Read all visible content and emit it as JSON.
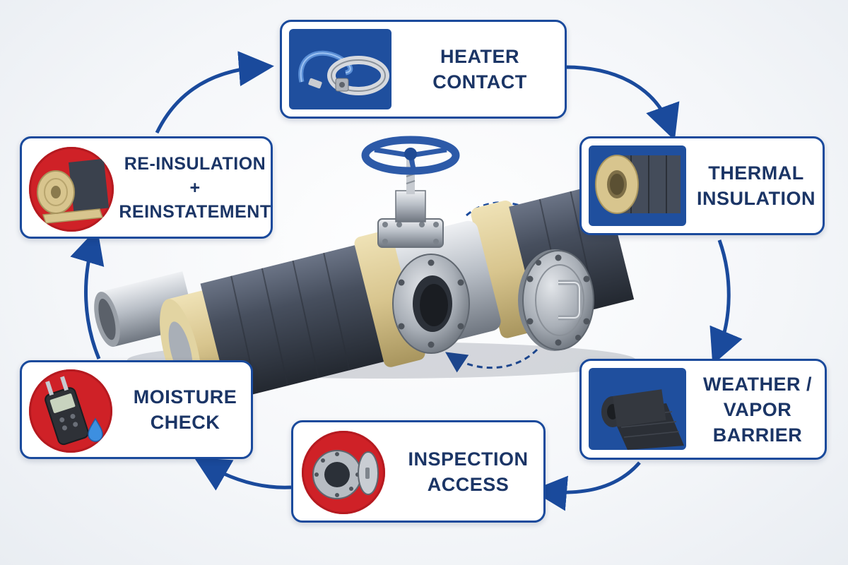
{
  "colors": {
    "accent_blue": "#1a4a9c",
    "label_navy": "#1b3566",
    "icon_red": "#cf2127",
    "jacket_dark": "#3d4554",
    "insulation_tan": "#d9c793",
    "steel": "#a8aeb5",
    "valve_wheel": "#2d5aa8"
  },
  "center": {
    "illustration": "insulated-pipe-with-valve-icon",
    "removable_cover": "flange-cover-icon",
    "swap_arrows": "dashed-curved-arrow-icon"
  },
  "steps": [
    {
      "id": "heater-contact",
      "lines": [
        "HEATER",
        "CONTACT"
      ],
      "icon": "heat-trace-cable-clamp-icon",
      "icon_style": "blue-square"
    },
    {
      "id": "thermal-insulation",
      "lines": [
        "THERMAL",
        "INSULATION"
      ],
      "icon": "insulation-pipe-section-icon",
      "icon_style": "blue-square"
    },
    {
      "id": "weather-vapor-barrier",
      "lines": [
        "WEATHER /",
        "VAPOR",
        "BARRIER"
      ],
      "icon": "membrane-roll-icon",
      "icon_style": "blue-square"
    },
    {
      "id": "inspection-access",
      "lines": [
        "INSPECTION",
        "ACCESS"
      ],
      "icon": "inspection-port-icon",
      "icon_style": "red-circle"
    },
    {
      "id": "moisture-check",
      "lines": [
        "MOISTURE",
        "CHECK"
      ],
      "icon": "moisture-meter-icon",
      "icon_style": "red-circle"
    },
    {
      "id": "re-insulation",
      "lines": [
        "RE-INSULATION",
        "+",
        "REINSTATEMENT"
      ],
      "icon": "insulation-roll-wrap-icon",
      "icon_style": "red-circle"
    }
  ],
  "cycle_arrows": [
    "arrow-1",
    "arrow-2",
    "arrow-3",
    "arrow-4",
    "arrow-5",
    "arrow-6"
  ]
}
